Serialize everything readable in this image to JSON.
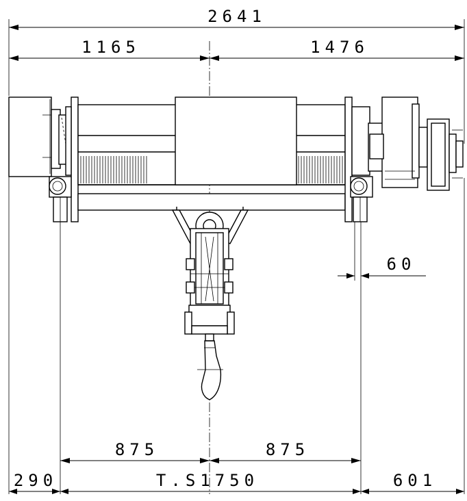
{
  "dimensions": {
    "overall_width": "2641",
    "left_to_center": "1165",
    "center_to_right": "1476",
    "rail_offset": "60",
    "half_span_left": "875",
    "half_span_right": "875",
    "left_overhang": "290",
    "track_span": "T.S1750",
    "right_overhang": "601"
  },
  "colors": {
    "line": "#000000",
    "background": "#ffffff"
  }
}
